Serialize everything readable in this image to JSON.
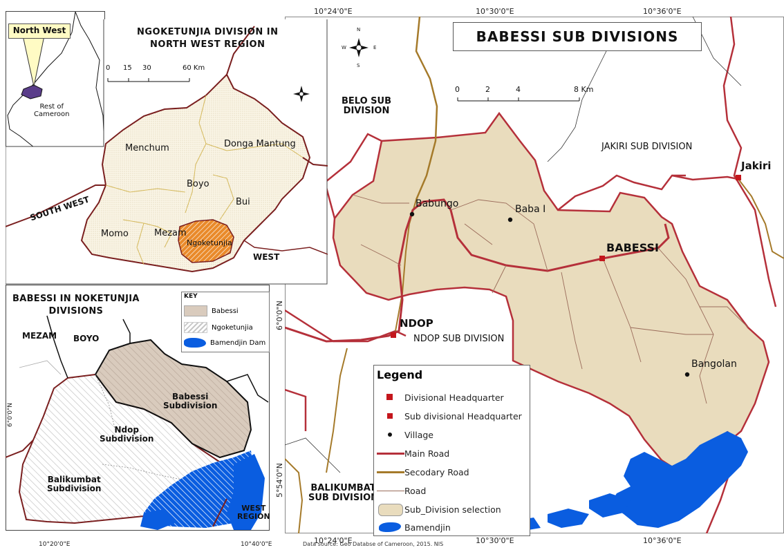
{
  "main_map": {
    "title": "BABESSI  SUB DIVISIONS",
    "top_coords": [
      "10°24'0\"E",
      "10°30'0\"E",
      "10°36'0\"E"
    ],
    "bottom_coords": [
      "10°24'0\"E",
      "10°30'0\"E",
      "10°36'0\"E"
    ],
    "side_coords": [
      "6°0'0\"N",
      "5°54'0\"N"
    ],
    "scale": {
      "ticks": [
        "0",
        "2",
        "4",
        "8 Km"
      ]
    },
    "north_arrow": {
      "n": "N",
      "s": "S",
      "e": "E",
      "w": "W"
    },
    "labels": {
      "belo": [
        "BELO SUB",
        "DIVISION"
      ],
      "jakiri_sd": "JAKIRI SUB DIVISION",
      "jakiri": "Jakiri",
      "babungo": "Babungo",
      "baba": "Baba I",
      "babessi": "BABESSI",
      "ndop": "NDOP",
      "ndop_sd": "NDOP SUB DIVISION",
      "bangolan": "Bangolan",
      "balikumbat": [
        "BALIKUMBAT",
        "SUB DIVISION"
      ]
    }
  },
  "legend": {
    "title": "Legend",
    "items": [
      "Divisional Headquarter",
      "Sub divisional Headquarter",
      "Village",
      "Main Road",
      "Secodary Road",
      "Road",
      "Sub_Division selection",
      "Bamendjin"
    ]
  },
  "inset_region": {
    "north_west_label": "North West",
    "rest_label": [
      "Rest of",
      "Cameroon"
    ],
    "title": [
      "NGOKETUNJIA DIVISION IN",
      "NORTH WEST REGION"
    ],
    "scale": [
      "0",
      "15",
      "30",
      "60 Km"
    ],
    "divisions": [
      "Menchum",
      "Donga Mantung",
      "Boyo",
      "Bui",
      "Momo",
      "Mezam",
      "Ngoketunjia"
    ],
    "south_west": "SOUTH WEST",
    "west": "WEST"
  },
  "inset_division": {
    "title": [
      "BABESSI IN NOKETUNJIA",
      "DIVISIONS"
    ],
    "coords": {
      "left": "6°0'0\"N",
      "bottom_left": "10°20'0\"E",
      "bottom_right": "10°40'0\"E"
    },
    "labels": {
      "mezam": "MEZAM",
      "boyo": "BOYO",
      "babessi": [
        "Babessi",
        "Subdivision"
      ],
      "ndop": [
        "Ndop",
        "Subdivision"
      ],
      "balikumbat": [
        "Balikumbat",
        "Subdivision"
      ],
      "west_region": [
        "WEST",
        "REGION"
      ]
    },
    "key": {
      "title": "KEY",
      "items": [
        "Babessi",
        "Ngoketunjia",
        "Bamendjin Dam"
      ]
    }
  },
  "source_note": "Data source: Geo Databse of Cameroon, 2015. NIS",
  "colors": {
    "subdivision_fill": "#e9dcbd",
    "main_road": "#b5303a",
    "secondary_road": "#a57a2a",
    "road": "#9a6b5a",
    "water": "#0a5de0",
    "headquarter": "#c4161c",
    "ngoketunjia_fill": "#e98a2a",
    "babessi_fill": "#d9cbbd"
  }
}
